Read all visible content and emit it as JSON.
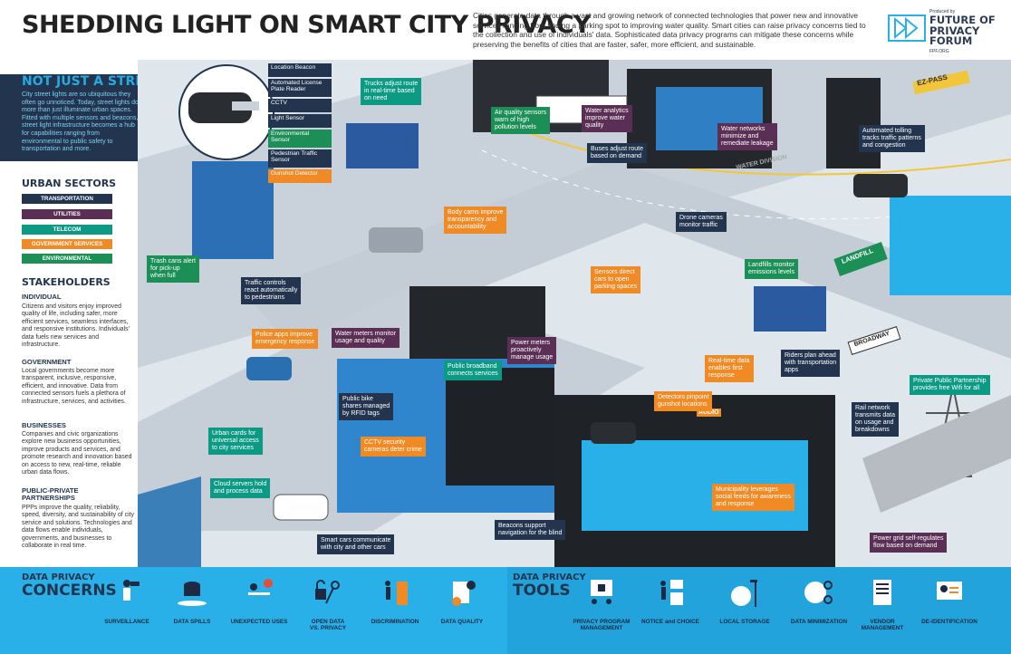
{
  "header": {
    "title": "SHEDDING LIGHT ON SMART CITY PRIVACY",
    "intro": "Cities generate data through a vast and growing network of connected technologies that power new and innovative services ranging from finding a parking spot to improving water quality. Smart cities can raise privacy concerns tied to the collection and use of individuals' data. Sophisticated data privacy programs can mitigate these concerns while preserving the benefits of cities that are faster, safer, more efficient, and sustainable.",
    "logo": {
      "produced_by": "Produced by",
      "name": "FUTURE OF\nPRIVACY\nFORUM",
      "url": "FPF.ORG"
    }
  },
  "street_light": {
    "title": "NOT JUST A STREET LIGHT",
    "body": "City street lights are so ubiquitous they often go unnoticed. Today, street lights do more than just illuminate urban spaces. Fitted with multiple sensors and beacons, street light infrastructure becomes a hub for capabilities ranging from environmental to public safety to transportation and more.",
    "sensors": [
      {
        "label": "Location Beacon",
        "sector": "tr"
      },
      {
        "label": "Automated License\nPlate Reader",
        "sector": "tr"
      },
      {
        "label": "CCTV",
        "sector": "tr"
      },
      {
        "label": "Light Sensor",
        "sector": "tr"
      },
      {
        "label": "Environmental\nSensor",
        "sector": "en"
      },
      {
        "label": "Pedestrian Traffic\nSensor",
        "sector": "tr"
      },
      {
        "label": "Gunshot Detector",
        "sector": "gv"
      }
    ]
  },
  "urban_sectors": {
    "title": "URBAN SECTORS",
    "items": [
      {
        "label": "TRANSPORTATION",
        "color": "#23344f"
      },
      {
        "label": "UTILITIES",
        "color": "#5a2e55"
      },
      {
        "label": "TELECOM",
        "color": "#0c9a85"
      },
      {
        "label": "GOVERNMENT SERVICES",
        "color": "#f08a24"
      },
      {
        "label": "ENVIRONMENTAL",
        "color": "#1b8f56"
      }
    ]
  },
  "stakeholders": {
    "title": "STAKEHOLDERS",
    "items": [
      {
        "heading": "INDIVIDUAL",
        "body": "Citizens and visitors enjoy improved quality of life, including safer, more efficient services, seamless interfaces, and responsive institutions. Individuals' data fuels new services and infrastructure."
      },
      {
        "heading": "GOVERNMENT",
        "body": "Local governments become more transparent, inclusive, responsive, efficient, and innovative. Data from connected sensors fuels a plethora of infrastructure, services, and activities."
      },
      {
        "heading": "BUSINESSES",
        "body": "Companies and civic organizations explore new business opportunities, improve products and services, and promote research and innovation based on access to new, real-time, reliable urban data flows."
      },
      {
        "heading": "PUBLIC-PRIVATE\nPARTNERSHIPS",
        "body": "PPPs improve the quality, reliability, speed, diversity, and sustainability of city service and solutions. Technologies and data flows enable individuals, governments, and businesses to collaborate in real time."
      }
    ]
  },
  "map_labels": [
    {
      "id": "trucks",
      "text": "Trucks adjust route\nin real-time based\non need",
      "sector": "te"
    },
    {
      "id": "air",
      "text": "Air quality sensors\nwarn of high\npollution levels",
      "sector": "en"
    },
    {
      "id": "water-analytics",
      "text": "Water analytics\nimprove water\nquality",
      "sector": "ut"
    },
    {
      "id": "buses",
      "text": "Buses adjust route\nbased on demand",
      "sector": "tr"
    },
    {
      "id": "water-networks",
      "text": "Water networks\nminimize and\nremediate leakage",
      "sector": "ut"
    },
    {
      "id": "tolling",
      "text": "Automated tolling\ntracks traffic patterns\nand congestion",
      "sector": "tr"
    },
    {
      "id": "body-cams",
      "text": "Body cams improve\ntransparency and\naccountability",
      "sector": "gv"
    },
    {
      "id": "drone",
      "text": "Drone cameras\nmonitor traffic",
      "sector": "tr"
    },
    {
      "id": "trash",
      "text": "Trash cans alert\nfor pick-up\nwhen full",
      "sector": "en"
    },
    {
      "id": "traffic-controls",
      "text": "Traffic controls\nreact automatically\nto pedestrians",
      "sector": "tr"
    },
    {
      "id": "landfills",
      "text": "Landfills monitor\nemissions levels",
      "sector": "en"
    },
    {
      "id": "parking",
      "text": "Sensors direct\ncars to open\nparking spaces",
      "sector": "gv"
    },
    {
      "id": "police",
      "text": "Police apps improve\nemergency response",
      "sector": "gv"
    },
    {
      "id": "water-meters",
      "text": "Water meters monitor\nusage and quality",
      "sector": "ut"
    },
    {
      "id": "power-meters",
      "text": "Power meters\nproactively\nmanage usage",
      "sector": "ut"
    },
    {
      "id": "broadband",
      "text": "Public broadband\nconnects services",
      "sector": "te"
    },
    {
      "id": "realtime",
      "text": "Real-time data\nenables first\nresponse",
      "sector": "gv"
    },
    {
      "id": "riders",
      "text": "Riders plan ahead\nwith transportation\napps",
      "sector": "tr"
    },
    {
      "id": "ppp-wifi",
      "text": "Private Public Partnership\nprovides free Wifi for all",
      "sector": "te"
    },
    {
      "id": "bike",
      "text": "Public bike\nshares managed\nby RFID tags",
      "sector": "tr"
    },
    {
      "id": "gunshot",
      "text": "Detectors pinpoint\ngunshot locations",
      "sector": "gv"
    },
    {
      "id": "urban-cards",
      "text": "Urban cards for\nuniversal access\nto city services",
      "sector": "te"
    },
    {
      "id": "cctv",
      "text": "CCTV security\ncameras deter crime",
      "sector": "gv"
    },
    {
      "id": "rail",
      "text": "Rail network\ntransmits data\non usage and\nbreakdowns",
      "sector": "tr"
    },
    {
      "id": "cloud",
      "text": "Cloud servers hold\nand process data",
      "sector": "te"
    },
    {
      "id": "social",
      "text": "Municipality leverages\nsocial feeds for awareness\nand response",
      "sector": "gv"
    },
    {
      "id": "smart-cars",
      "text": "Smart cars communicate\nwith city and other cars",
      "sector": "tr"
    },
    {
      "id": "beacons",
      "text": "Beacons support\nnavigation for the blind",
      "sector": "tr"
    },
    {
      "id": "power-grid",
      "text": "Power grid self-regulates\nflow based on demand",
      "sector": "ut"
    }
  ],
  "map_signs": {
    "ezpass": "EZ-PASS",
    "landfill": "LANDFILL",
    "broadway": "BROADWAY",
    "water_division": "WATER DIVISION",
    "audio": "AUDIO"
  },
  "concerns": {
    "title_small": "DATA PRIVACY",
    "title_big": "CONCERNS",
    "items": [
      {
        "label": "SURVEILLANCE",
        "icon": "surveillance-icon"
      },
      {
        "label": "DATA SPILLS",
        "icon": "data-spill-icon"
      },
      {
        "label": "UNEXPECTED USES",
        "icon": "unexpected-uses-icon"
      },
      {
        "label": "OPEN DATA\nVS. PRIVACY",
        "icon": "lock-key-icon"
      },
      {
        "label": "DISCRIMINATION",
        "icon": "discrimination-icon"
      },
      {
        "label": "DATA QUALITY",
        "icon": "data-quality-icon"
      }
    ]
  },
  "tools": {
    "title_small": "DATA PRIVACY",
    "title_big": "TOOLS",
    "items": [
      {
        "label": "PRIVACY PROGRAM\nMANAGEMENT",
        "icon": "program-management-icon"
      },
      {
        "label": "NOTICE and CHOICE",
        "icon": "notice-choice-icon"
      },
      {
        "label": "LOCAL STORAGE",
        "icon": "local-storage-icon"
      },
      {
        "label": "DATA MINIMIZATION",
        "icon": "data-minimization-icon"
      },
      {
        "label": "VENDOR\nMANAGEMENT",
        "icon": "vendor-management-icon"
      },
      {
        "label": "DE-IDENTIFICATION",
        "icon": "de-identification-icon"
      }
    ]
  }
}
